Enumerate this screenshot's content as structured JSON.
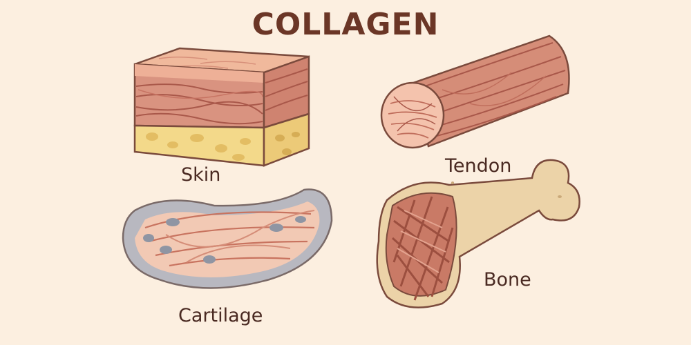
{
  "title": "COLLAGEN",
  "tissues": {
    "skin": "Skin",
    "tendon": "Tendon",
    "cartilage": "Cartilage",
    "bone": "Bone"
  },
  "colors": {
    "background": "#fcefe0",
    "title": "#6b3626",
    "outline": "#7a4a3c",
    "fiber": "#d88f7c",
    "fat": "#f3d98a",
    "cartilage_matrix": "#b8b8c0",
    "bone": "#ecd3a8"
  }
}
